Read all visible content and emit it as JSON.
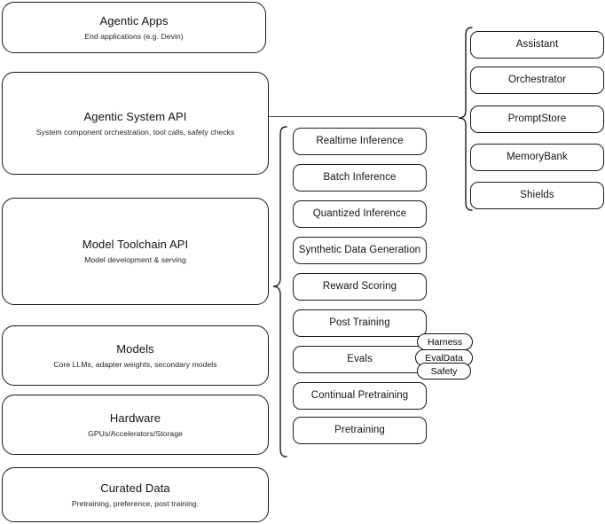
{
  "diagram": {
    "type": "layered-stack-architecture",
    "accent_color": "#1a1a1a",
    "background": "#ffffff"
  },
  "layers": [
    {
      "id": "agentic-apps",
      "title": "Agentic Apps",
      "subtitle": "End applications (e.g. Devin)"
    },
    {
      "id": "agentic-system-api",
      "title": "Agentic System API",
      "subtitle": "System component orchestration, tool calls, safety checks"
    },
    {
      "id": "model-toolchain-api",
      "title": "Model Toolchain API",
      "subtitle": "Model development & serving"
    },
    {
      "id": "models",
      "title": "Models",
      "subtitle": "Core LLMs, adapter weights, secondary models"
    },
    {
      "id": "hardware",
      "title": "Hardware",
      "subtitle": "GPUs/Accelerators/Storage"
    },
    {
      "id": "curated-data",
      "title": "Curated Data",
      "subtitle": "Pretraining, preference, post training."
    }
  ],
  "toolchain_components": [
    {
      "id": "realtime-inference",
      "label": "Realtime Inference"
    },
    {
      "id": "batch-inference",
      "label": "Batch Inference"
    },
    {
      "id": "quantized-inference",
      "label": "Quantized Inference"
    },
    {
      "id": "synthetic-data-generation",
      "label": "Synthetic Data Generation"
    },
    {
      "id": "reward-scoring",
      "label": "Reward Scoring"
    },
    {
      "id": "post-training",
      "label": "Post Training"
    },
    {
      "id": "evals",
      "label": "Evals"
    },
    {
      "id": "continual-pretraining",
      "label": "Continual Pretraining"
    },
    {
      "id": "pretraining",
      "label": "Pretraining"
    }
  ],
  "evals_subcomponents": [
    {
      "id": "harness",
      "label": "Harness"
    },
    {
      "id": "evaldata",
      "label": "EvalData"
    },
    {
      "id": "safety",
      "label": "Safety"
    }
  ],
  "system_components": [
    {
      "id": "assistant",
      "label": "Assistant"
    },
    {
      "id": "orchestrator",
      "label": "Orchestrator"
    },
    {
      "id": "promptstore",
      "label": "PromptStore"
    },
    {
      "id": "memorybank",
      "label": "MemoryBank"
    },
    {
      "id": "shields",
      "label": "Shields"
    }
  ]
}
